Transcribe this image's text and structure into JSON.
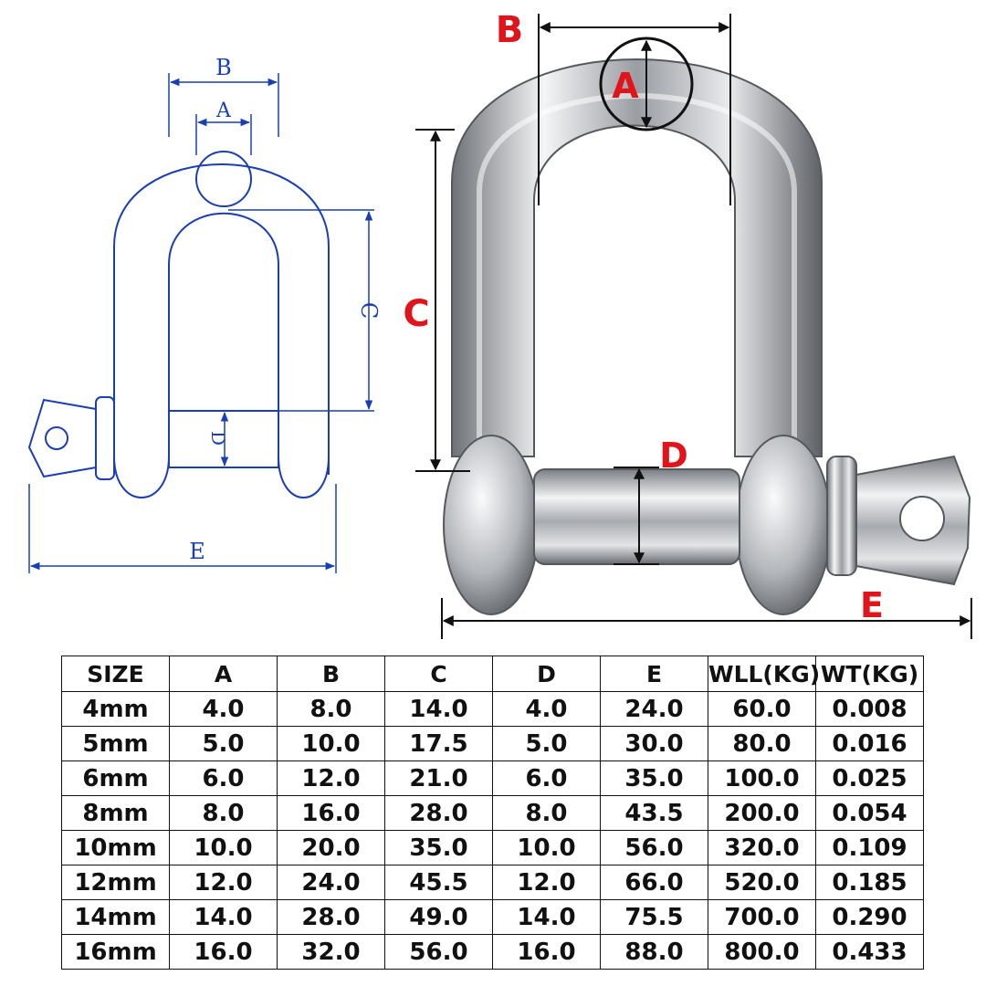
{
  "drawing_labels": {
    "a": "A",
    "b": "B",
    "c": "C",
    "d": "D",
    "e": "E"
  },
  "colors": {
    "blueprint": "#1a3fb4",
    "red_label": "#e0141b",
    "steel": "#c8cacd"
  },
  "table": {
    "headers": [
      "SIZE",
      "A",
      "B",
      "C",
      "D",
      "E",
      "WLL(KG)",
      "WT(KG)"
    ],
    "rows": [
      [
        "4mm",
        "4.0",
        "8.0",
        "14.0",
        "4.0",
        "24.0",
        "60.0",
        "0.008"
      ],
      [
        "5mm",
        "5.0",
        "10.0",
        "17.5",
        "5.0",
        "30.0",
        "80.0",
        "0.016"
      ],
      [
        "6mm",
        "6.0",
        "12.0",
        "21.0",
        "6.0",
        "35.0",
        "100.0",
        "0.025"
      ],
      [
        "8mm",
        "8.0",
        "16.0",
        "28.0",
        "8.0",
        "43.5",
        "200.0",
        "0.054"
      ],
      [
        "10mm",
        "10.0",
        "20.0",
        "35.0",
        "10.0",
        "56.0",
        "320.0",
        "0.109"
      ],
      [
        "12mm",
        "12.0",
        "24.0",
        "45.5",
        "12.0",
        "66.0",
        "520.0",
        "0.185"
      ],
      [
        "14mm",
        "14.0",
        "28.0",
        "49.0",
        "14.0",
        "75.5",
        "700.0",
        "0.290"
      ],
      [
        "16mm",
        "16.0",
        "32.0",
        "56.0",
        "16.0",
        "88.0",
        "800.0",
        "0.433"
      ]
    ]
  }
}
